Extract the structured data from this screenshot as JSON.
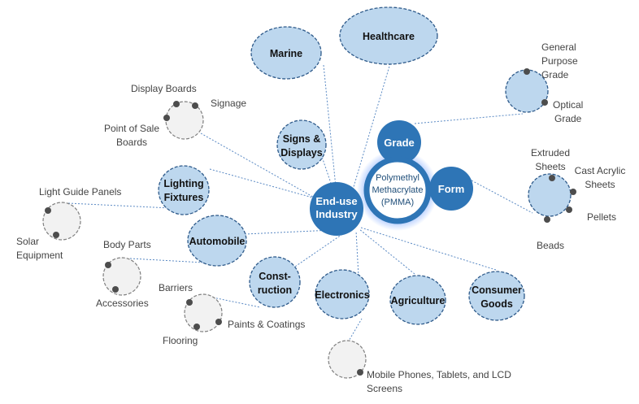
{
  "colors": {
    "hub_fill": "#2e75b6",
    "segment_fill": "#bdd7ee",
    "segment_stroke": "#2e5a8a",
    "sub_fill": "#f2f2f2",
    "sub_stroke": "#7f7f7f",
    "dot": "#4d4d4d",
    "line": "#5b8ac4",
    "label": "#444444"
  },
  "core": {
    "lines": [
      "Polymethyl",
      "Methacrylate",
      "(PMMA)"
    ]
  },
  "hubs": {
    "grade": {
      "label": "Grade"
    },
    "form": {
      "label": "Form"
    },
    "end_use": {
      "lines": [
        "End-use",
        "Industry"
      ]
    }
  },
  "segments": {
    "marine": {
      "lines": [
        "Marine"
      ]
    },
    "healthcare": {
      "lines": [
        "Healthcare"
      ]
    },
    "signs": {
      "lines": [
        "Signs &",
        "Displays"
      ]
    },
    "lighting": {
      "lines": [
        "Lighting",
        "Fixtures"
      ]
    },
    "automobile": {
      "lines": [
        "Automobile"
      ]
    },
    "construction": {
      "lines": [
        "Const-",
        "ruction"
      ]
    },
    "electronics": {
      "lines": [
        "Electronics"
      ]
    },
    "agriculture": {
      "lines": [
        "Agriculture"
      ]
    },
    "consumer": {
      "lines": [
        "Consumer",
        "Goods"
      ]
    }
  },
  "grade_types": {
    "general": {
      "lines": [
        "General",
        "Purpose",
        "Grade"
      ]
    },
    "optical": {
      "lines": [
        "Optical",
        "Grade"
      ]
    }
  },
  "form_types": {
    "extruded": {
      "lines": [
        "Extruded",
        "Sheets"
      ]
    },
    "cast": {
      "lines": [
        "Cast Acrylic",
        "Sheets"
      ]
    },
    "pellets": {
      "lines": [
        "Pellets"
      ]
    },
    "beads": {
      "lines": [
        "Beads"
      ]
    }
  },
  "sub_applications": {
    "signs": {
      "display_boards": "Display Boards",
      "signage": "Signage",
      "pos": [
        "Point of Sale",
        "Boards"
      ]
    },
    "lighting": {
      "light_guide": "Light Guide Panels",
      "solar": [
        "Solar",
        "Equipment"
      ]
    },
    "automobile": {
      "body_parts": "Body Parts",
      "accessories": "Accessories"
    },
    "construction": {
      "barriers": "Barriers",
      "paints": "Paints & Coatings",
      "flooring": "Flooring"
    },
    "electronics": {
      "mobile": [
        "Mobile Phones, Tablets, and LCD",
        "Screens"
      ]
    }
  }
}
